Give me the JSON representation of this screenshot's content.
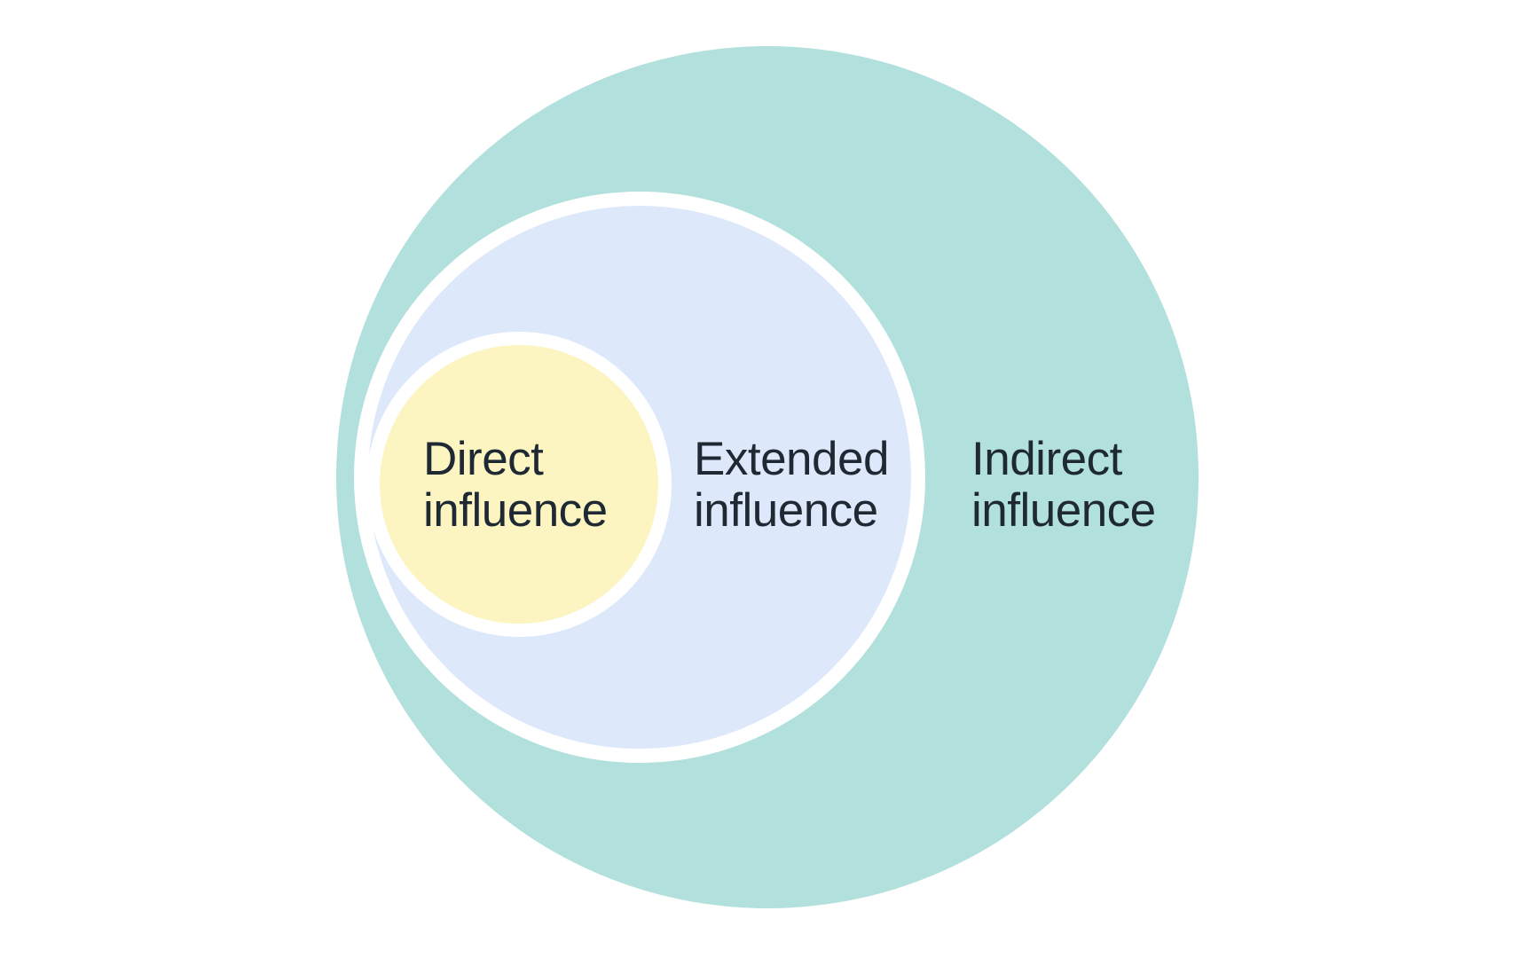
{
  "page": {
    "background": "#ffffff"
  },
  "diagram": {
    "type": "nested-circles",
    "rings": [
      {
        "id": "outer",
        "label_line1": "Indirect",
        "label_line2": "influence",
        "fill": "#b2e0dd"
      },
      {
        "id": "middle",
        "label_line1": "Extended",
        "label_line2": "influence",
        "fill": "#dde9fb"
      },
      {
        "id": "inner",
        "label_line1": "Direct",
        "label_line2": "influence",
        "fill": "#fcf5c1"
      }
    ],
    "colors": {
      "circle_border": "#ffffff",
      "text": "#1f2933"
    }
  }
}
